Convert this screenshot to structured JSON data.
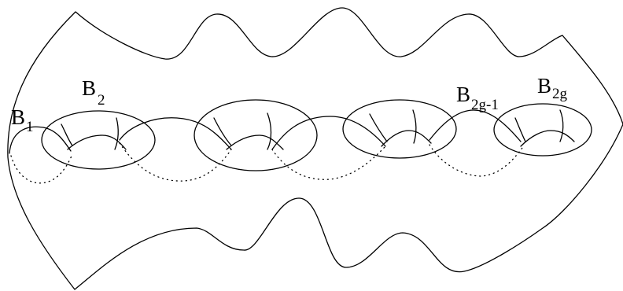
{
  "labels": [
    {
      "main": "B",
      "sub": "1"
    },
    {
      "main": "B",
      "sub": "2"
    },
    {
      "main": "B",
      "sub": "2g-1"
    },
    {
      "main": "B",
      "sub": "2g"
    }
  ]
}
